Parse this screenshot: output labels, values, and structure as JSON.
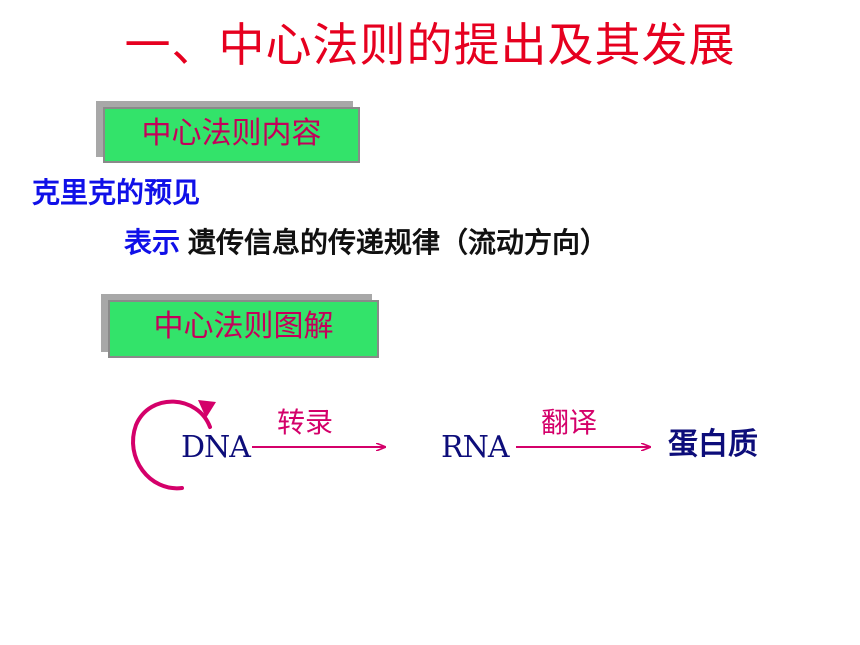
{
  "slide": {
    "title": "一、中心法则的提出及其发展",
    "section_content_tag": "中心法则内容",
    "crick_heading": "克里克的预见",
    "meaning_label": "表示",
    "meaning_text": "遗传信息的传递规律（流动方向）",
    "section_diagram_tag": "中心法则图解"
  },
  "diagram": {
    "nodes": {
      "dna": "DNA",
      "rna": "RNA",
      "protein": "蛋白质"
    },
    "edges": {
      "transcription": "转录",
      "translation": "翻译"
    },
    "colors": {
      "title": "#e6001f",
      "tag_fill": "#33e36a",
      "tag_text": "#c4005a",
      "heading_blue": "#1010e8",
      "arrow": "#d4006a",
      "node_text": "#0d0d7a"
    }
  }
}
